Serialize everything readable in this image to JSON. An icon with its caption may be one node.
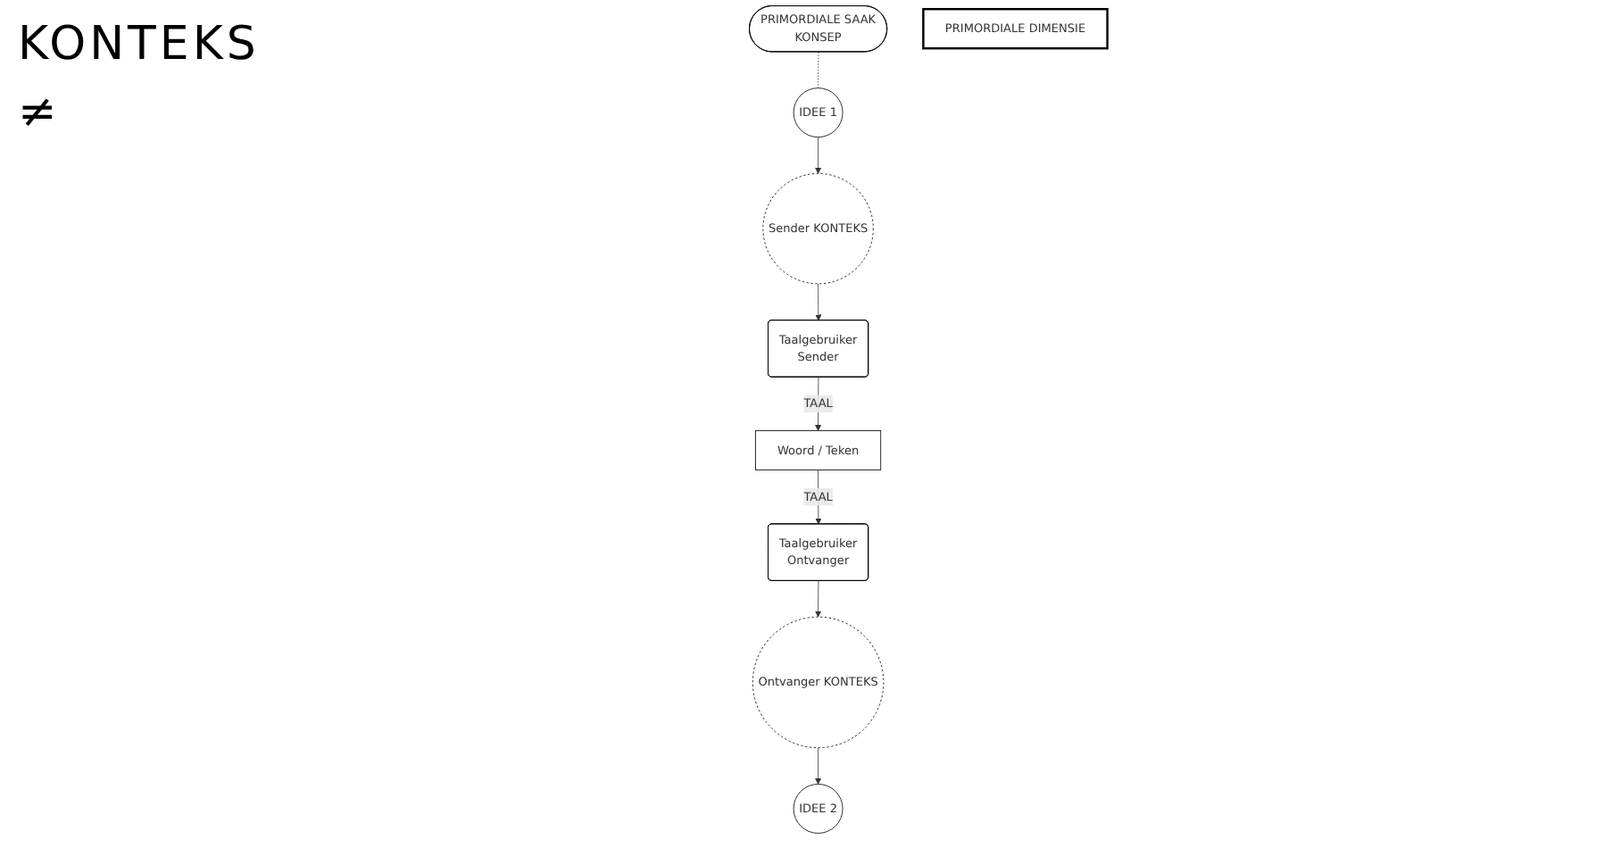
{
  "diagram": {
    "nodes": [
      {
        "text": [
          "Woord / Teken"
        ]
      },
      {
        "text": [
          "Sender KONTEKS"
        ]
      },
      {
        "text": [
          "Taalgebruiker",
          "Sender"
        ]
      },
      {
        "text": [
          "IDEE 1"
        ]
      },
      {
        "text": [
          "Ontvanger KONTEKS"
        ]
      },
      {
        "text": [
          "Taalgebruiker",
          "Ontvanger"
        ]
      },
      {
        "text": [
          "IDEE 2"
        ]
      },
      {
        "text": [
          "PRIMORDIALE SAAK",
          "KONSEP"
        ]
      },
      {
        "text": [
          "PRIMORDIALE DIMENSIE"
        ]
      }
    ],
    "edges": [
      {
        "from": 2,
        "to": 0,
        "arrow": "to",
        "label": "TAAL"
      },
      {
        "from": 0,
        "to": 5,
        "arrow": "to",
        "label": "TAAL"
      },
      {
        "from": 3,
        "to": 1,
        "arrow": "to"
      },
      {
        "from": 1,
        "to": 2,
        "arrow": "to"
      },
      {
        "from": 5,
        "to": 4,
        "arrow": "to"
      },
      {
        "from": 4,
        "to": 6,
        "arrow": "to"
      },
      {
        "from": 7,
        "to": 3,
        "arrow": "none",
        "style": "dashed"
      }
    ],
    "labels": [
      "KONTEKS",
      "≠"
    ]
  }
}
